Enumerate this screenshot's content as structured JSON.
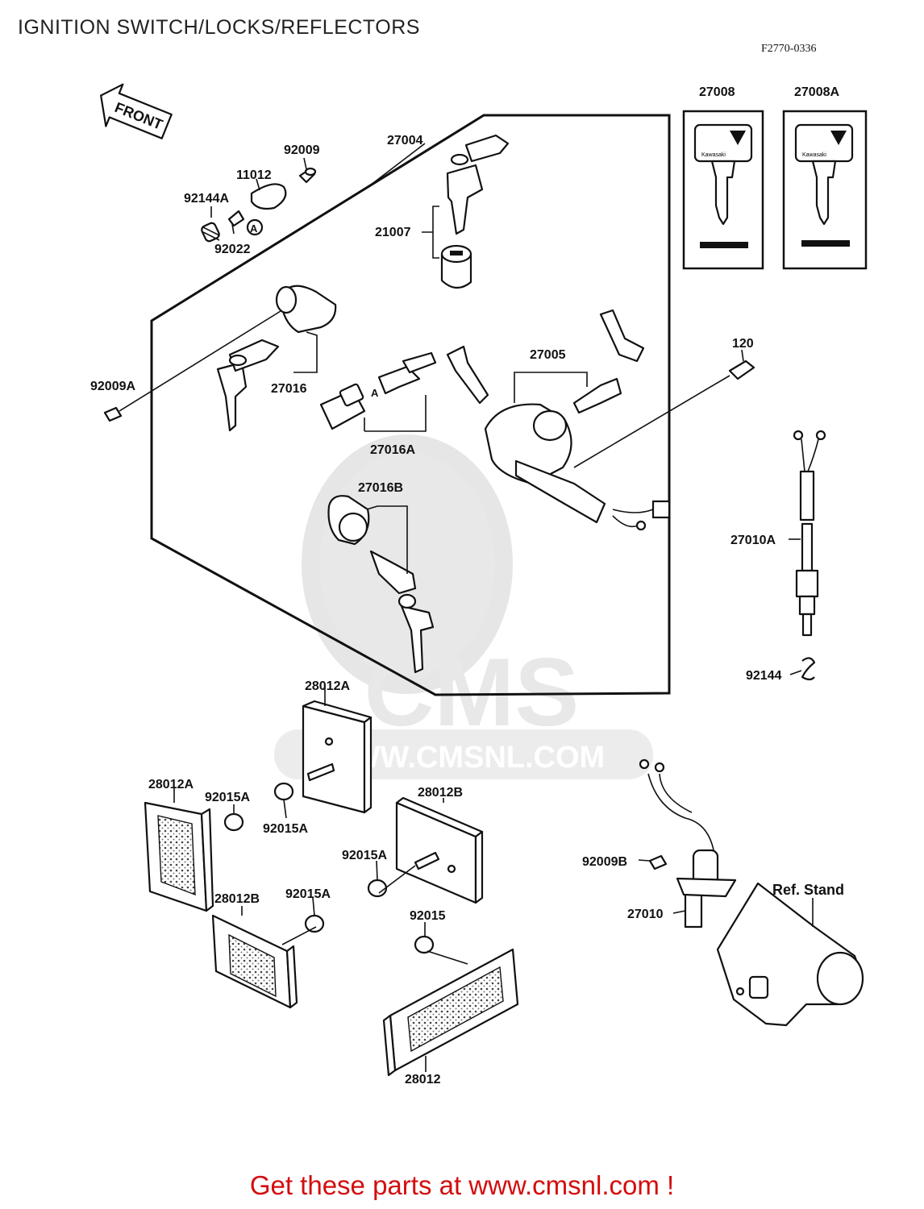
{
  "title": "IGNITION SWITCH/LOCKS/REFLECTORS",
  "diagram_code": "F2770-0336",
  "front_label": "FRONT",
  "watermark": {
    "brand": "CMS",
    "url": "WWW.CMSNL.COM"
  },
  "key_tag_text": "Kawasaki",
  "labels": {
    "p92009": "92009",
    "p11012": "11012",
    "p92144A": "92144A",
    "p92022": "92022",
    "pA1": "A",
    "pA2": "A",
    "p27004": "27004",
    "p21007": "21007",
    "p27008": "27008",
    "p27008A": "27008A",
    "p27016": "27016",
    "p92009A": "92009A",
    "p27005": "27005",
    "p120": "120",
    "p27016A": "27016A",
    "p27016B": "27016B",
    "p27010A": "27010A",
    "p92144": "92144",
    "p28012A_1": "28012A",
    "p28012A_2": "28012A",
    "p92015A_1": "92015A",
    "p92015A_2": "92015A",
    "p28012B_1": "28012B",
    "p92015A_3": "92015A",
    "p28012B_2": "28012B",
    "p92015A_4": "92015A",
    "p92015": "92015",
    "p28012": "28012",
    "p92009B": "92009B",
    "p27010": "27010",
    "ref_stand": "Ref. Stand"
  },
  "footer": "Get these parts at www.cmsnl.com !"
}
